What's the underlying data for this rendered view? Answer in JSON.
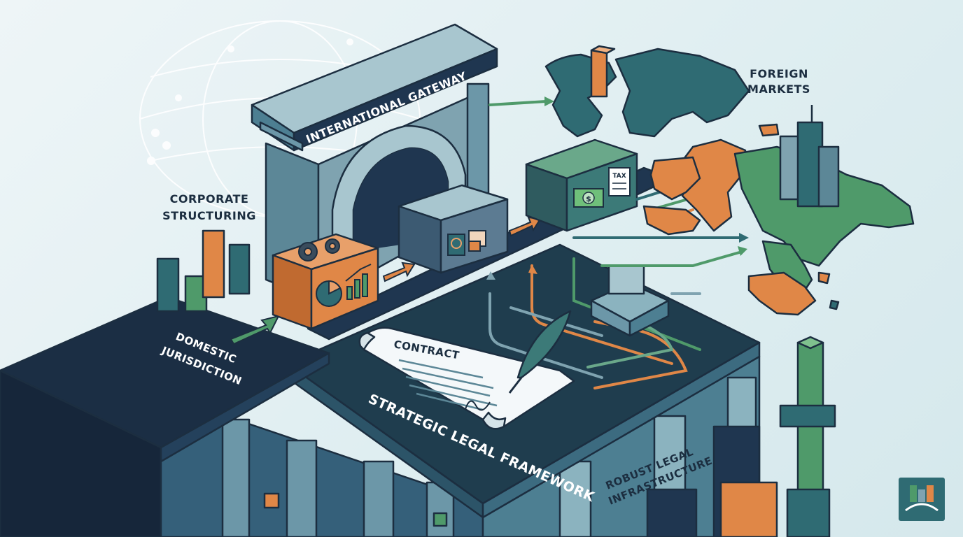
{
  "labels": {
    "gateway": "INTERNATIONAL GATEWAY",
    "foreign_markets_line1": "FOREIGN",
    "foreign_markets_line2": "MARKETS",
    "corporate_line1": "CORPORATE",
    "corporate_line2": "STRUCTURING",
    "domestic_line1": "DOMESTIC",
    "domestic_line2": "JURISDICTION",
    "contract": "CONTRACT",
    "framework": "STRATEGIC LEGAL FRAMEWORK",
    "infra_line1": "ROBUST LEGAL",
    "infra_line2": "INFRASTRUCTURE",
    "tax": "TAX",
    "currency": "$"
  },
  "colors": {
    "navy": "#1f3650",
    "teal": "#2f6b73",
    "green": "#4f9a6a",
    "orange": "#e08747",
    "slate": "#7fa3b0"
  },
  "icons": [
    "globe-wireframe-icon",
    "gear-icon",
    "pie-chart-icon",
    "growth-arrow-icon",
    "passport-icon",
    "stamp-icon",
    "banknote-icon",
    "tax-document-icon",
    "quill-icon",
    "logo-icon"
  ]
}
